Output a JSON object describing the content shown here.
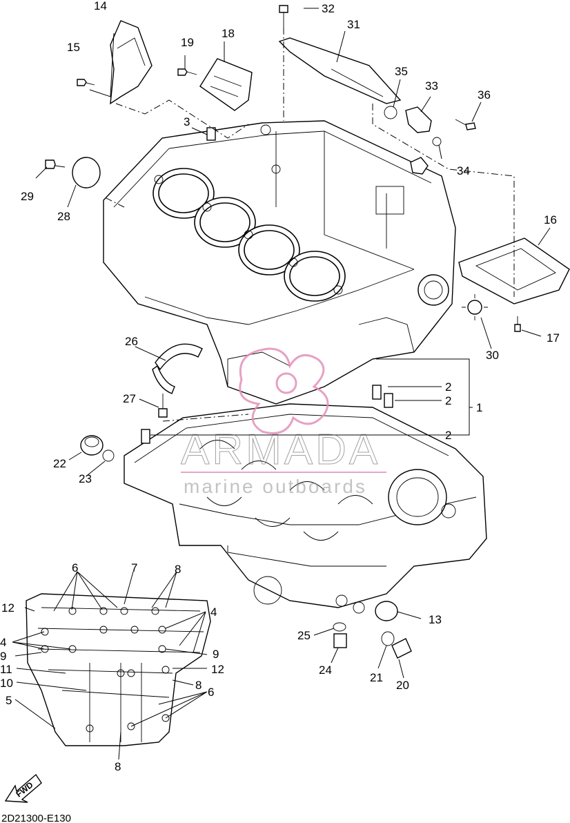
{
  "diagram": {
    "code": "2D21300-E130",
    "fwd_label": "FWD",
    "watermark": {
      "brand": "ARMADA",
      "tagline": "marine outboards"
    },
    "callouts": [
      {
        "id": "c14a",
        "label": "14"
      },
      {
        "id": "c32",
        "label": "32"
      },
      {
        "id": "c31",
        "label": "31"
      },
      {
        "id": "c15",
        "label": "15"
      },
      {
        "id": "c19",
        "label": "19"
      },
      {
        "id": "c18",
        "label": "18"
      },
      {
        "id": "c35",
        "label": "35"
      },
      {
        "id": "c33",
        "label": "33"
      },
      {
        "id": "c36",
        "label": "36"
      },
      {
        "id": "c3",
        "label": "3"
      },
      {
        "id": "c34",
        "label": "34"
      },
      {
        "id": "c29",
        "label": "29"
      },
      {
        "id": "c28",
        "label": "28"
      },
      {
        "id": "c16",
        "label": "16"
      },
      {
        "id": "c17",
        "label": "17"
      },
      {
        "id": "c30",
        "label": "30"
      },
      {
        "id": "c26",
        "label": "26"
      },
      {
        "id": "c2a",
        "label": "2"
      },
      {
        "id": "c2b",
        "label": "2"
      },
      {
        "id": "c1",
        "label": "1"
      },
      {
        "id": "c27",
        "label": "27"
      },
      {
        "id": "c2c",
        "label": "2"
      },
      {
        "id": "c22",
        "label": "22"
      },
      {
        "id": "c23",
        "label": "23"
      },
      {
        "id": "c6a",
        "label": "6"
      },
      {
        "id": "c7",
        "label": "7"
      },
      {
        "id": "c8a",
        "label": "8"
      },
      {
        "id": "c12a",
        "label": "12"
      },
      {
        "id": "c4a",
        "label": "4"
      },
      {
        "id": "c4b",
        "label": "4"
      },
      {
        "id": "c9a",
        "label": "9"
      },
      {
        "id": "c9b",
        "label": "9"
      },
      {
        "id": "c11",
        "label": "11"
      },
      {
        "id": "c12b",
        "label": "12"
      },
      {
        "id": "c10",
        "label": "10"
      },
      {
        "id": "c8b",
        "label": "8"
      },
      {
        "id": "c6b",
        "label": "6"
      },
      {
        "id": "c5",
        "label": "5"
      },
      {
        "id": "c8c",
        "label": "8"
      },
      {
        "id": "c13",
        "label": "13"
      },
      {
        "id": "c25",
        "label": "25"
      },
      {
        "id": "c24",
        "label": "24"
      },
      {
        "id": "c21",
        "label": "21"
      },
      {
        "id": "c20",
        "label": "20"
      }
    ]
  }
}
